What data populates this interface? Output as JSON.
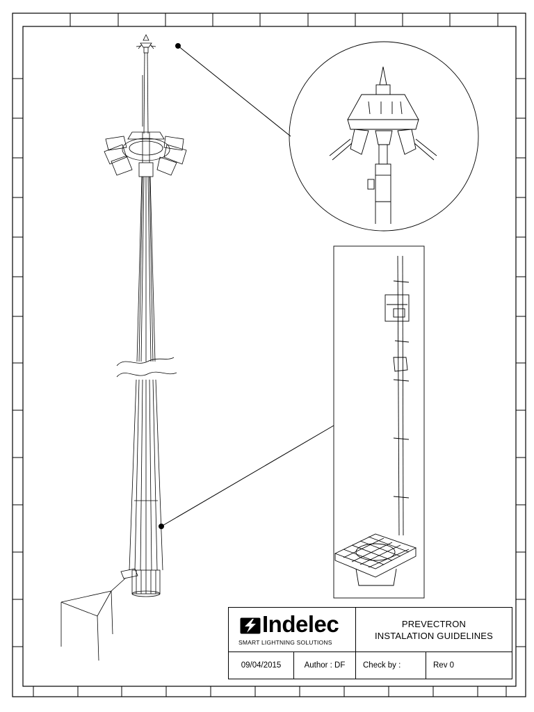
{
  "drawing": {
    "title_line1": "PREVECTRON",
    "title_line2": "INSTALATION GUIDELINES"
  },
  "company": {
    "logo_text": "Indelec",
    "tagline": "SMART LIGHTNING SOLUTIONS"
  },
  "info": {
    "date": "09/04/2015",
    "author": "Author : DF",
    "check": "Check by  :",
    "revision": "Rev 0"
  },
  "colors": {
    "line": "#000000",
    "paper": "#ffffff"
  },
  "icons": [
    "indelec-logo-icon"
  ]
}
